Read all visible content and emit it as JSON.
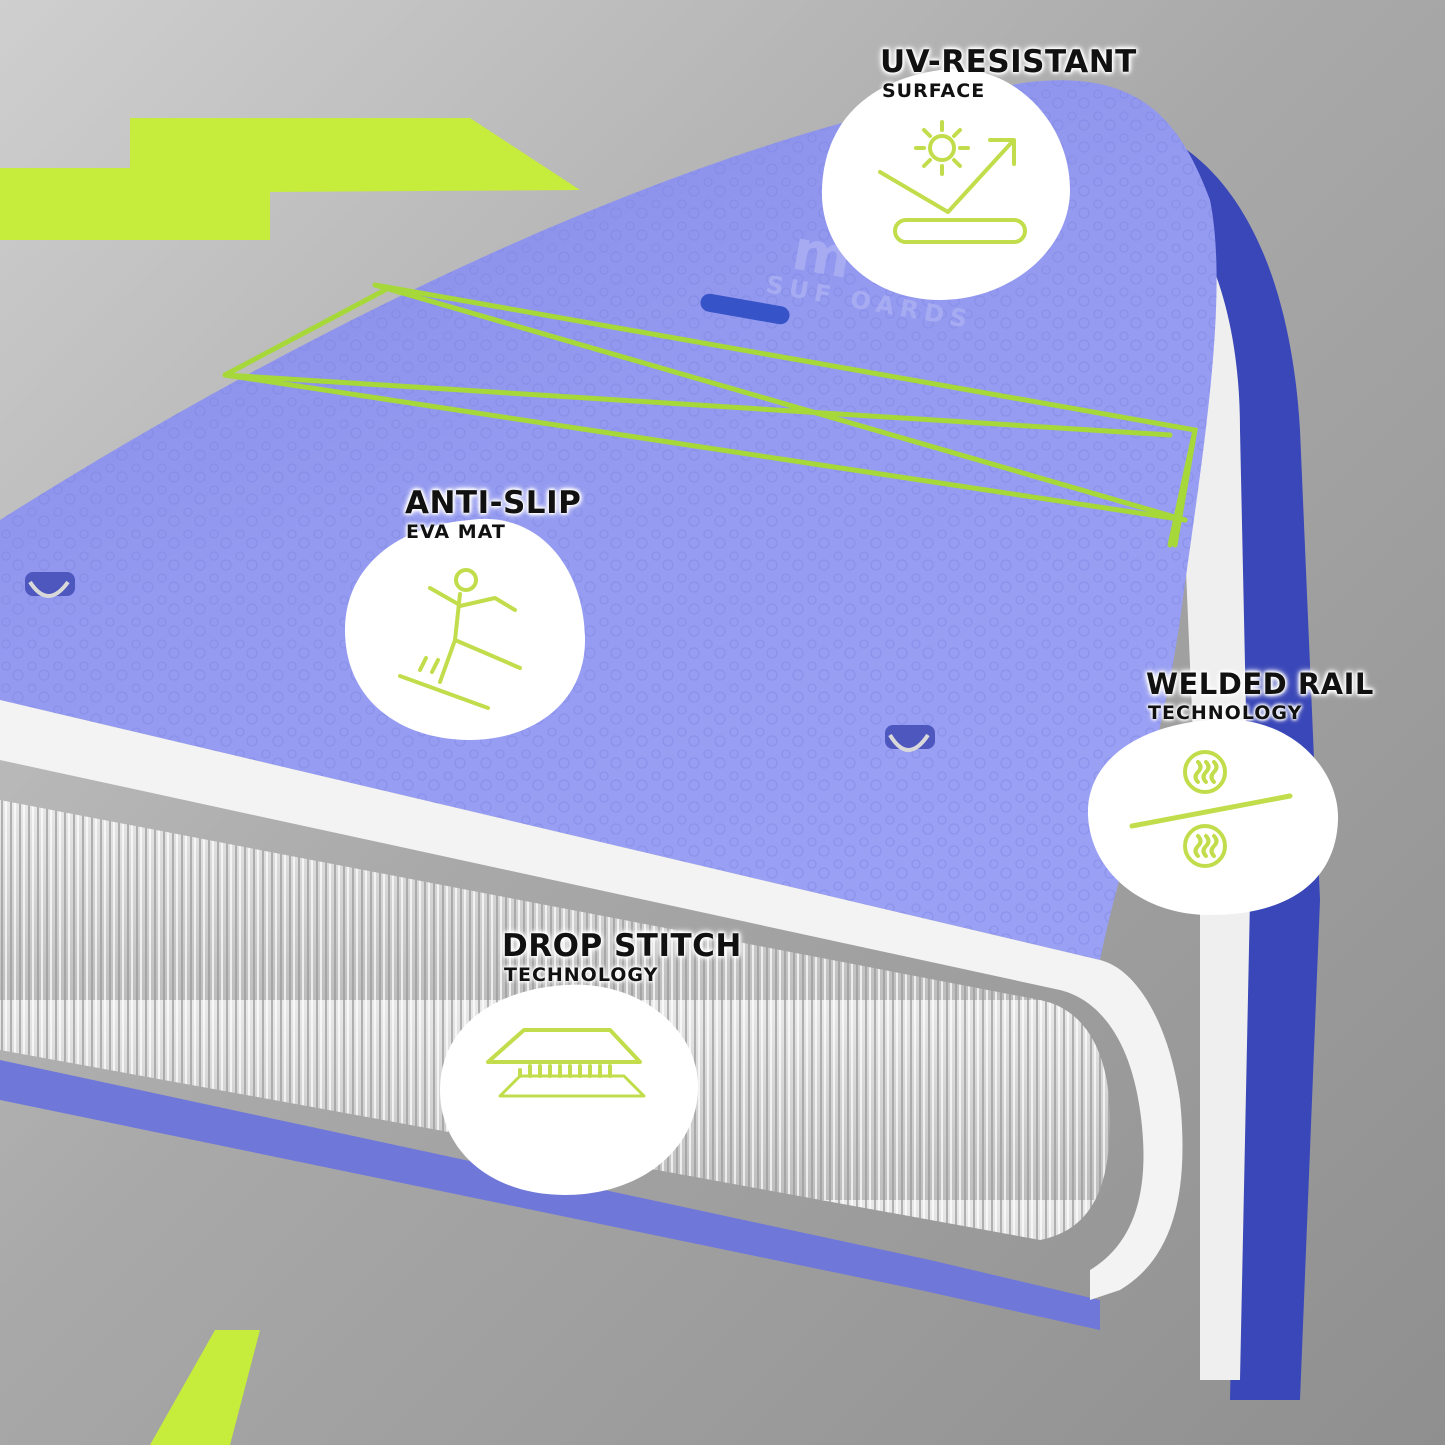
{
  "colors": {
    "deck": "#8e95ec",
    "deck_dark": "#6f77d9",
    "rail_blue": "#3a47b8",
    "accent_lime": "#c6ec3c",
    "icon_lime": "#c2dd4c",
    "rail_white": "#f2f2f2"
  },
  "brand": {
    "line1": "m  inɑ",
    "line2": "SUF   OARDS"
  },
  "features": [
    {
      "title": "UV-RESISTANT",
      "subtitle": "SURFACE",
      "icon": "sun-ray-reflect-icon"
    },
    {
      "title": "ANTI-SLIP",
      "subtitle": "EVA MAT",
      "icon": "slipping-person-icon"
    },
    {
      "title": "WELDED RAIL",
      "subtitle": "TECHNOLOGY",
      "icon": "heated-rollers-icon"
    },
    {
      "title": "DROP STITCH",
      "subtitle": "TECHNOLOGY",
      "icon": "drop-stitch-layers-icon"
    }
  ]
}
